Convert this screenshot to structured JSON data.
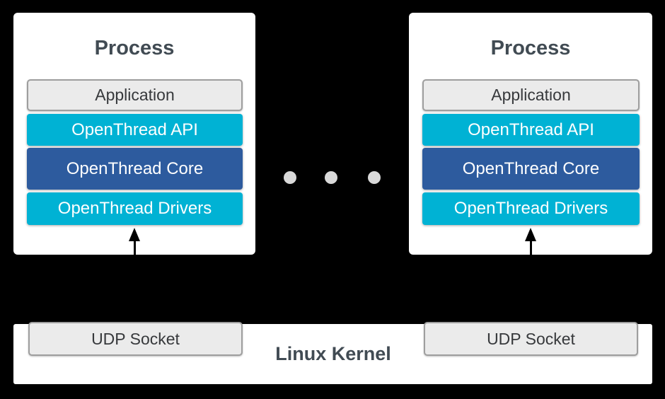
{
  "diagram": {
    "background_color": "#000000",
    "colors": {
      "card_white": "#ffffff",
      "api_cyan": "#00b2d4",
      "core_blue": "#2d5b9e",
      "layer_gray_fill": "#ebebeb",
      "layer_gray_border": "#9e9e9e",
      "title_text": "#414b53",
      "dot_gray": "#d9d9d9",
      "arrow_black": "#000000"
    },
    "processes": [
      {
        "title": "Process",
        "layers": [
          {
            "label": "Application"
          },
          {
            "label": "OpenThread API"
          },
          {
            "label": "OpenThread Core"
          },
          {
            "label": "OpenThread Drivers"
          }
        ]
      },
      {
        "title": "Process",
        "layers": [
          {
            "label": "Application"
          },
          {
            "label": "OpenThread API"
          },
          {
            "label": "OpenThread Core"
          },
          {
            "label": "OpenThread Drivers"
          }
        ]
      }
    ],
    "ellipsis_dot_count": 3,
    "kernel": {
      "label": "Linux Kernel",
      "sockets": [
        {
          "label": "UDP Socket"
        },
        {
          "label": "UDP Socket"
        }
      ]
    }
  }
}
